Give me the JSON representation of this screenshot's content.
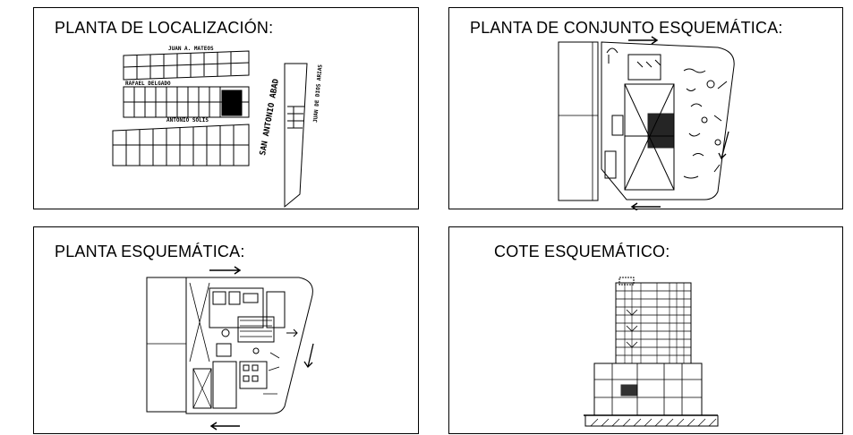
{
  "panels": {
    "localizacion": {
      "title": "PLANTA DE LOCALIZACIÓN:",
      "streets": {
        "top": "JUAN A. MATEOS",
        "left": "RAFAEL DELGADO",
        "middle": "ANTONIO SOLIS",
        "vertical_main": "SAN ANTONIO ABAD",
        "vertical_right": "JUAN DE DIOS ARIAS"
      }
    },
    "conjunto": {
      "title": "PLANTA DE CONJUNTO ESQUEMÁTICA:"
    },
    "esquematica": {
      "title": "PLANTA ESQUEMÁTICA:"
    },
    "corte": {
      "title": "COTE ESQUEMÁTICO:"
    }
  },
  "colors": {
    "line": "#000000",
    "background": "#ffffff"
  }
}
